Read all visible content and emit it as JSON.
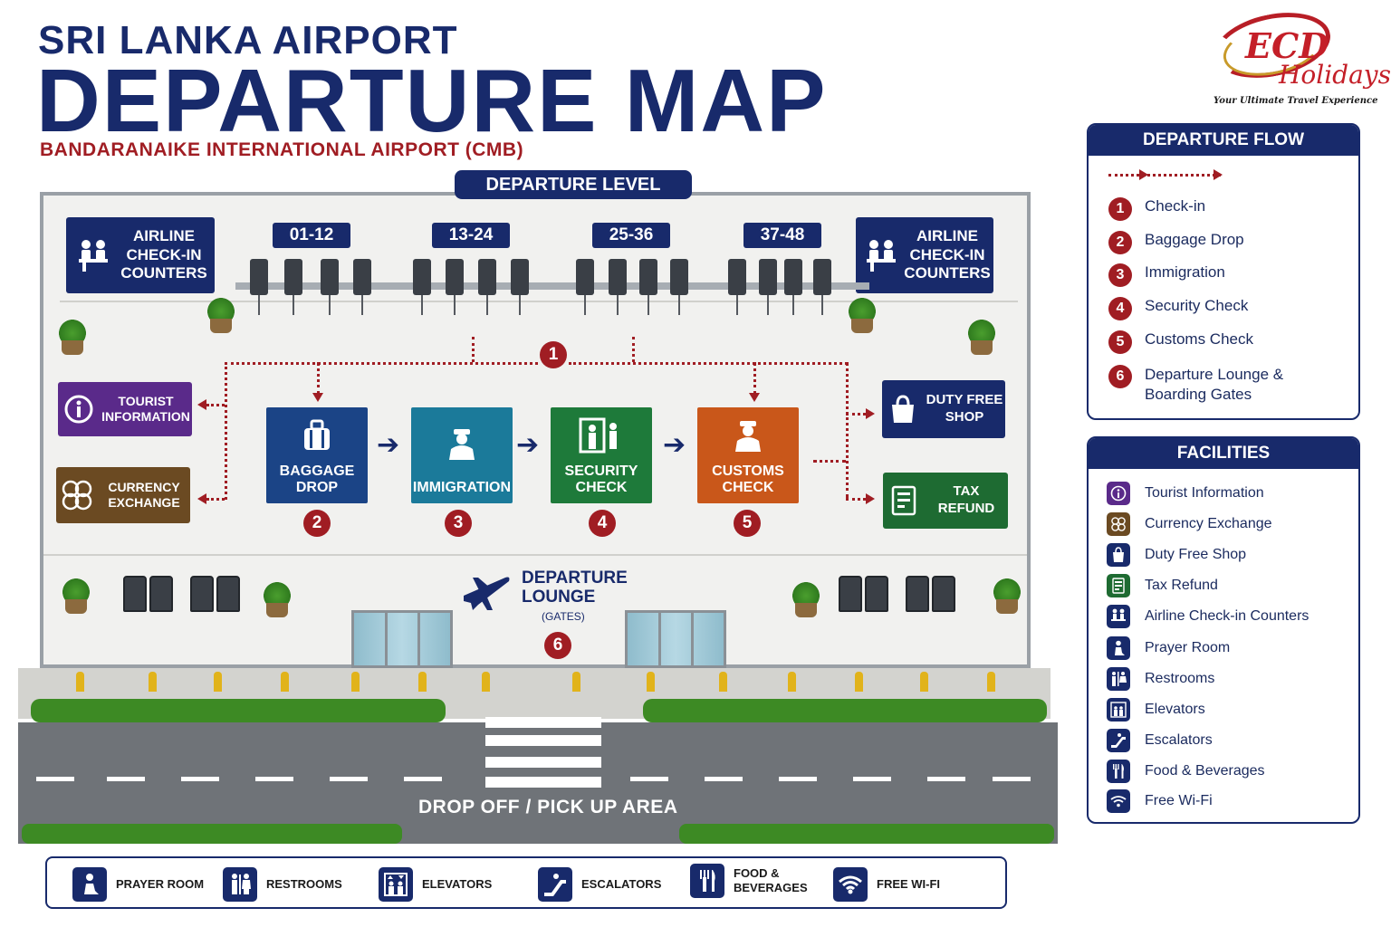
{
  "header": {
    "title_line1": "SRI LANKA AIRPORT",
    "title_line2": "DEPARTURE MAP",
    "subtitle": "BANDARANAIKE INTERNATIONAL AIRPORT (CMB)"
  },
  "logo": {
    "brand": "ECD",
    "name": "Holidays",
    "tagline": "Your Ultimate Travel Experience"
  },
  "map": {
    "level_label": "DEPARTURE LEVEL",
    "checkin_sign_left": "AIRLINE CHECK-IN COUNTERS",
    "checkin_sign_right": "AIRLINE CHECK-IN COUNTERS",
    "counter_groups": [
      "01-12",
      "13-24",
      "25-36",
      "37-48"
    ],
    "flow_start_number": "1",
    "steps": [
      {
        "label": "BAGGAGE DROP",
        "number": "2",
        "icon": "luggage-icon",
        "color": "#1b4486"
      },
      {
        "label": "IMMIGRATION",
        "number": "3",
        "icon": "officer-icon",
        "color": "#1b7a9a"
      },
      {
        "label": "SECURITY CHECK",
        "number": "4",
        "icon": "scanner-icon",
        "color": "#1e7a3a"
      },
      {
        "label": "CUSTOMS CHECK",
        "number": "5",
        "icon": "customs-officer-icon",
        "color": "#c9571a"
      }
    ],
    "left_facilities": [
      {
        "label": "TOURIST INFORMATION",
        "icon": "info-icon",
        "color": "#5a2a8a"
      },
      {
        "label": "CURRENCY EXCHANGE",
        "icon": "currency-icon",
        "color": "#6b4a22"
      }
    ],
    "right_facilities": [
      {
        "label": "DUTY FREE SHOP",
        "icon": "shopping-bag-icon",
        "color": "#182a6b"
      },
      {
        "label": "TAX REFUND",
        "icon": "tax-refund-icon",
        "color": "#1e6b32"
      }
    ],
    "lounge": {
      "label": "DEPARTURE LOUNGE",
      "sub": "(GATES)",
      "number": "6"
    },
    "road_label": "DROP OFF / PICK UP AREA"
  },
  "bottom_legend": [
    {
      "label": "PRAYER ROOM",
      "icon": "prayer-icon"
    },
    {
      "label": "RESTROOMS",
      "icon": "restroom-icon"
    },
    {
      "label": "ELEVATORS",
      "icon": "elevator-icon"
    },
    {
      "label": "ESCALATORS",
      "icon": "escalator-icon"
    },
    {
      "label": "FOOD & BEVERAGES",
      "icon": "food-icon"
    },
    {
      "label": "FREE WI-FI",
      "icon": "wifi-icon"
    }
  ],
  "departure_flow": {
    "title": "DEPARTURE FLOW",
    "items": [
      {
        "number": "1",
        "label": "Check-in"
      },
      {
        "number": "2",
        "label": "Baggage Drop"
      },
      {
        "number": "3",
        "label": "Immigration"
      },
      {
        "number": "4",
        "label": "Security Check"
      },
      {
        "number": "5",
        "label": "Customs Check"
      },
      {
        "number": "6",
        "label": "Departure Lounge & Boarding Gates"
      }
    ]
  },
  "facilities": {
    "title": "FACILITIES",
    "items": [
      {
        "label": "Tourist Information",
        "icon": "info-icon",
        "color": "#5a2a8a"
      },
      {
        "label": "Currency Exchange",
        "icon": "currency-icon",
        "color": "#6b4a22"
      },
      {
        "label": "Duty Free Shop",
        "icon": "shopping-bag-icon",
        "color": "#182a6b"
      },
      {
        "label": "Tax Refund",
        "icon": "tax-refund-icon",
        "color": "#1e6b32"
      },
      {
        "label": "Airline Check-in Counters",
        "icon": "checkin-icon",
        "color": "#182a6b"
      },
      {
        "label": "Prayer Room",
        "icon": "prayer-icon",
        "color": "#182a6b"
      },
      {
        "label": "Restrooms",
        "icon": "restroom-icon",
        "color": "#182a6b"
      },
      {
        "label": "Elevators",
        "icon": "elevator-icon",
        "color": "#182a6b"
      },
      {
        "label": "Escalators",
        "icon": "escalator-icon",
        "color": "#182a6b"
      },
      {
        "label": "Food & Beverages",
        "icon": "food-icon",
        "color": "#182a6b"
      },
      {
        "label": "Free Wi-Fi",
        "icon": "wifi-icon",
        "color": "#182a6b"
      }
    ]
  }
}
